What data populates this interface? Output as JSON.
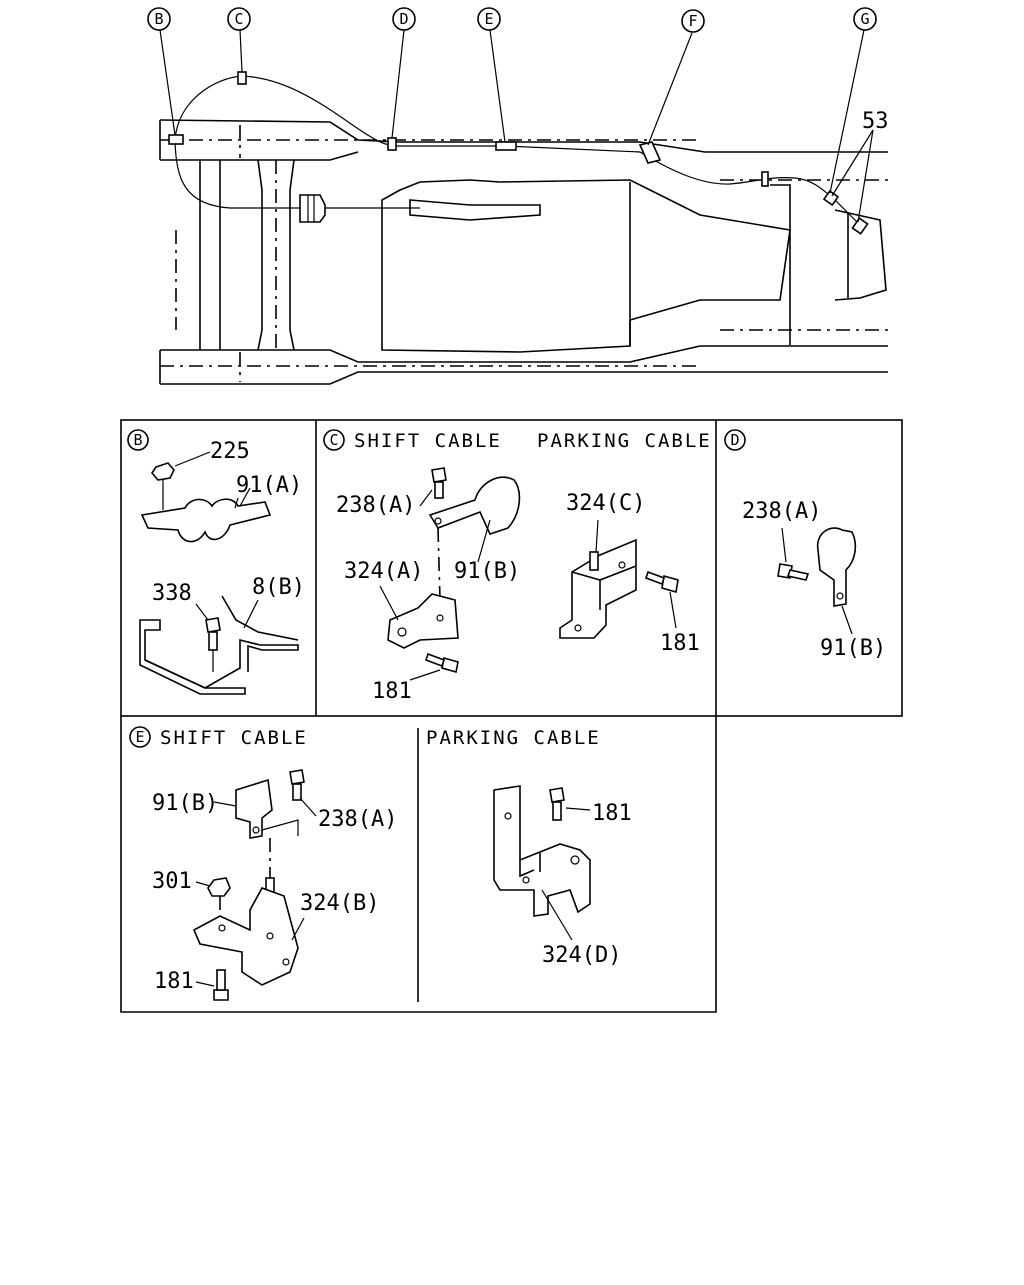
{
  "callouts": {
    "B": "B",
    "C": "C",
    "D": "D",
    "E": "E",
    "F": "F",
    "G": "G"
  },
  "overview": {
    "part_53": "53"
  },
  "panel_b": {
    "badge": "B",
    "p225": "225",
    "p91a": "91(A)",
    "p338": "338",
    "p8b": "8(B)"
  },
  "panel_c": {
    "badge": "C",
    "title_shift": "SHIFT CABLE",
    "title_parking": "PARKING CABLE",
    "p238a": "238(A)",
    "p91b": "91(B)",
    "p324a": "324(A)",
    "p181_left": "181",
    "p324c": "324(C)",
    "p181_right": "181"
  },
  "panel_d": {
    "badge": "D",
    "p238a": "238(A)",
    "p91b": "91(B)"
  },
  "panel_e": {
    "badge": "E",
    "title_shift": "SHIFT CABLE",
    "title_parking": "PARKING CABLE",
    "p91b": "91(B)",
    "p238a": "238(A)",
    "p301": "301",
    "p324b": "324(B)",
    "p181_left": "181",
    "p181_right": "181",
    "p324d": "324(D)"
  }
}
